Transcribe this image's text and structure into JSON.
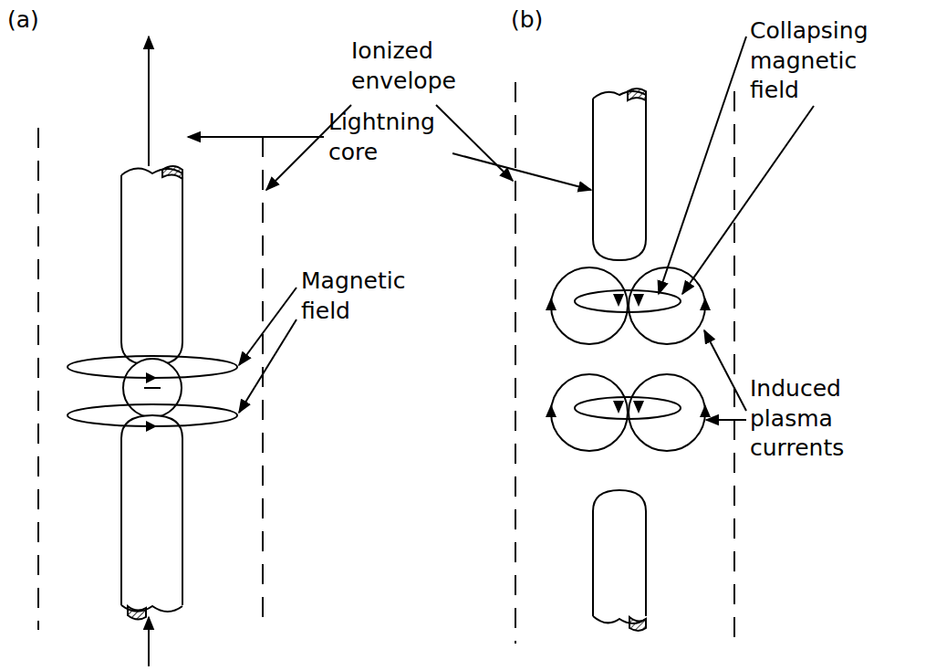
{
  "diagram": {
    "labels": [
      "(a)",
      "(b)",
      "Ionized envelope",
      "Lightning core",
      "Magnetic field",
      "Collapsing magnetic field",
      "Induced plasma currents"
    ]
  }
}
